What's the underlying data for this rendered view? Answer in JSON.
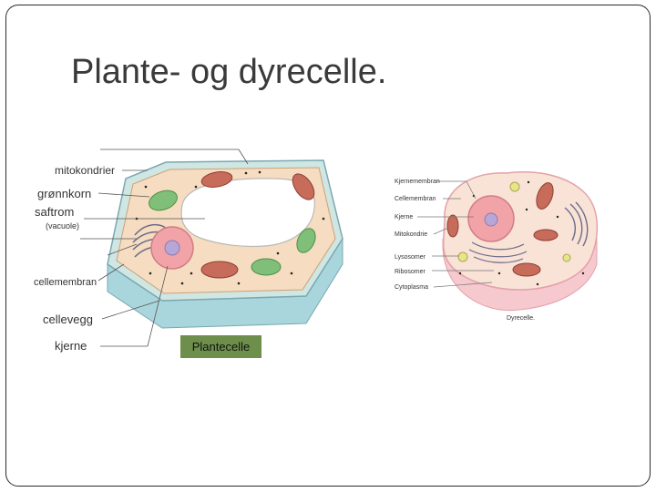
{
  "slide": {
    "title": "Plante- og dyrecelle."
  },
  "plant_cell": {
    "caption": "Plantecelle",
    "labels": {
      "mitokondrier": "mitokondrier",
      "gronnkorn": "grønnkorn",
      "saftrom": "saftrom",
      "vacuole": "(vacuole)",
      "cellemembran": "cellemembran",
      "cellevegg": "cellevegg",
      "kjerne": "kjerne"
    }
  },
  "animal_cell": {
    "caption": "Dyrecelle.",
    "labels": {
      "kjernemembran": "Kjernemembran",
      "cellemembran": "Cellemembran",
      "kjerne": "Kjerne",
      "mitokondrie": "Mitokondrie",
      "lysosomer": "Lysosomer",
      "ribosomer": "Ribosomer",
      "cytoplasma": "Cytoplasma"
    }
  },
  "colors": {
    "cell_wall": "#a9d5dc",
    "cytoplasm": "#f6dcc0",
    "vacuole": "#ffffff",
    "nucleus": "#f2a3a8",
    "chloroplast": "#7fbf7a",
    "mitochondria": "#c76b5a",
    "caption_bg": "#6e8f4b"
  }
}
